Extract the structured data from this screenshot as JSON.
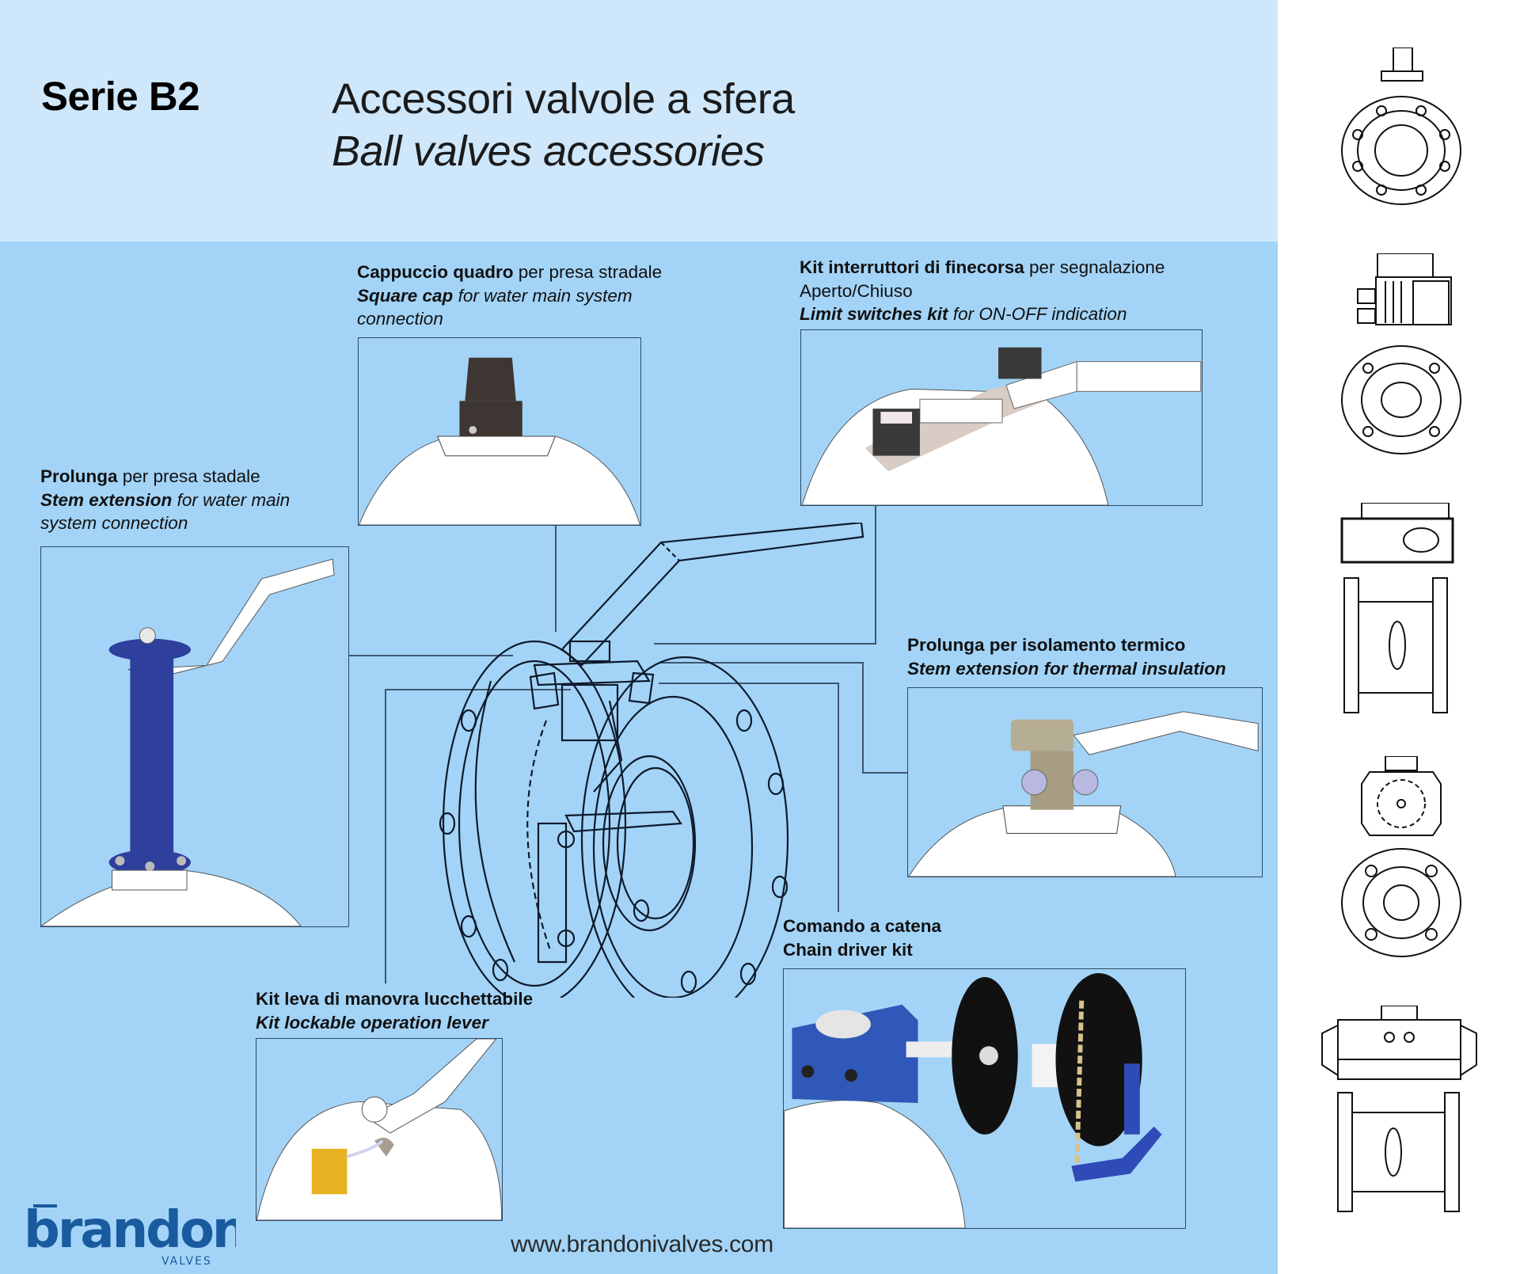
{
  "header": {
    "series": "Serie B2",
    "title_it": "Accessori valvole a sfera",
    "title_en": "Ball valves accessories"
  },
  "accessories": [
    {
      "id": "stem-extension-water",
      "line1_bold": "Prolunga",
      "line1_rest": " per presa stadale",
      "line2_bold": "Stem extension",
      "line2_rest": " for water main",
      "line3": "system connection"
    },
    {
      "id": "square-cap",
      "line1_bold": "Cappuccio quadro",
      "line1_rest": " per presa stradale",
      "line2_bold": "Square cap",
      "line2_rest": " for water main system",
      "line3": "connection"
    },
    {
      "id": "limit-switches",
      "line1_bold": "Kit interruttori di finecorsa",
      "line1_rest": " per segnalazione",
      "line2": "Aperto/Chiuso",
      "line3_bold": "Limit switches kit",
      "line3_rest": " for ON-OFF indication"
    },
    {
      "id": "thermal-extension",
      "line1": "Prolunga per isolamento termico",
      "line2": "Stem extension for thermal insulation"
    },
    {
      "id": "lockable-lever",
      "line1": "Kit leva di manovra lucchettabile",
      "line2": "Kit lockable operation lever"
    },
    {
      "id": "chain-driver",
      "line1": "Comando a catena",
      "line2": "Chain driver kit"
    }
  ],
  "side_views": [
    "lever-operated-front-view",
    "electric-actuator-front-view",
    "electric-actuator-side-view",
    "gearbox-front-view",
    "pneumatic-actuator-side-view"
  ],
  "footer": {
    "brand": "brandoni",
    "brand_sub": "VALVES",
    "url": "www.brandonivalves.com"
  },
  "colors": {
    "header_bg": "#cfe7fb",
    "body_bg": "#a3d4f7",
    "brand_blue": "#1a5a9e",
    "extension_blue": "#2f3f9c",
    "padlock_yellow": "#e7b322",
    "cap_brown": "#3e3633"
  }
}
